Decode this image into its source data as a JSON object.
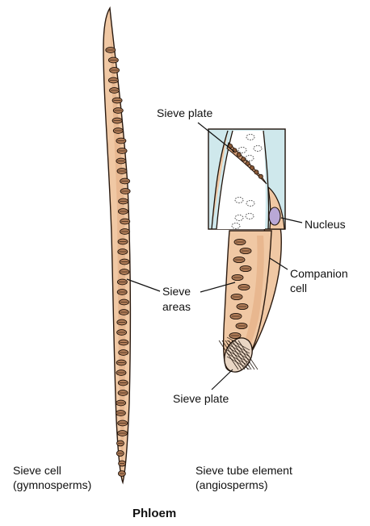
{
  "title": "Phloem",
  "labels": {
    "sieve_plate_top": "Sieve plate",
    "nucleus": "Nucleus",
    "companion_cell_line1": "Companion",
    "companion_cell_line2": "cell",
    "sieve_areas_line1": "Sieve",
    "sieve_areas_line2": "areas",
    "sieve_plate_bottom": "Sieve plate"
  },
  "captions": {
    "left_line1": "Sieve cell",
    "left_line2": "(gymnosperms)",
    "right_line1": "Sieve tube element",
    "right_line2": "(angiosperms)"
  },
  "colors": {
    "cell": "#f0c8a4",
    "pore": "#b07c57",
    "inset_background": "#cfe8ec",
    "nucleus": "#b9a8d6"
  }
}
